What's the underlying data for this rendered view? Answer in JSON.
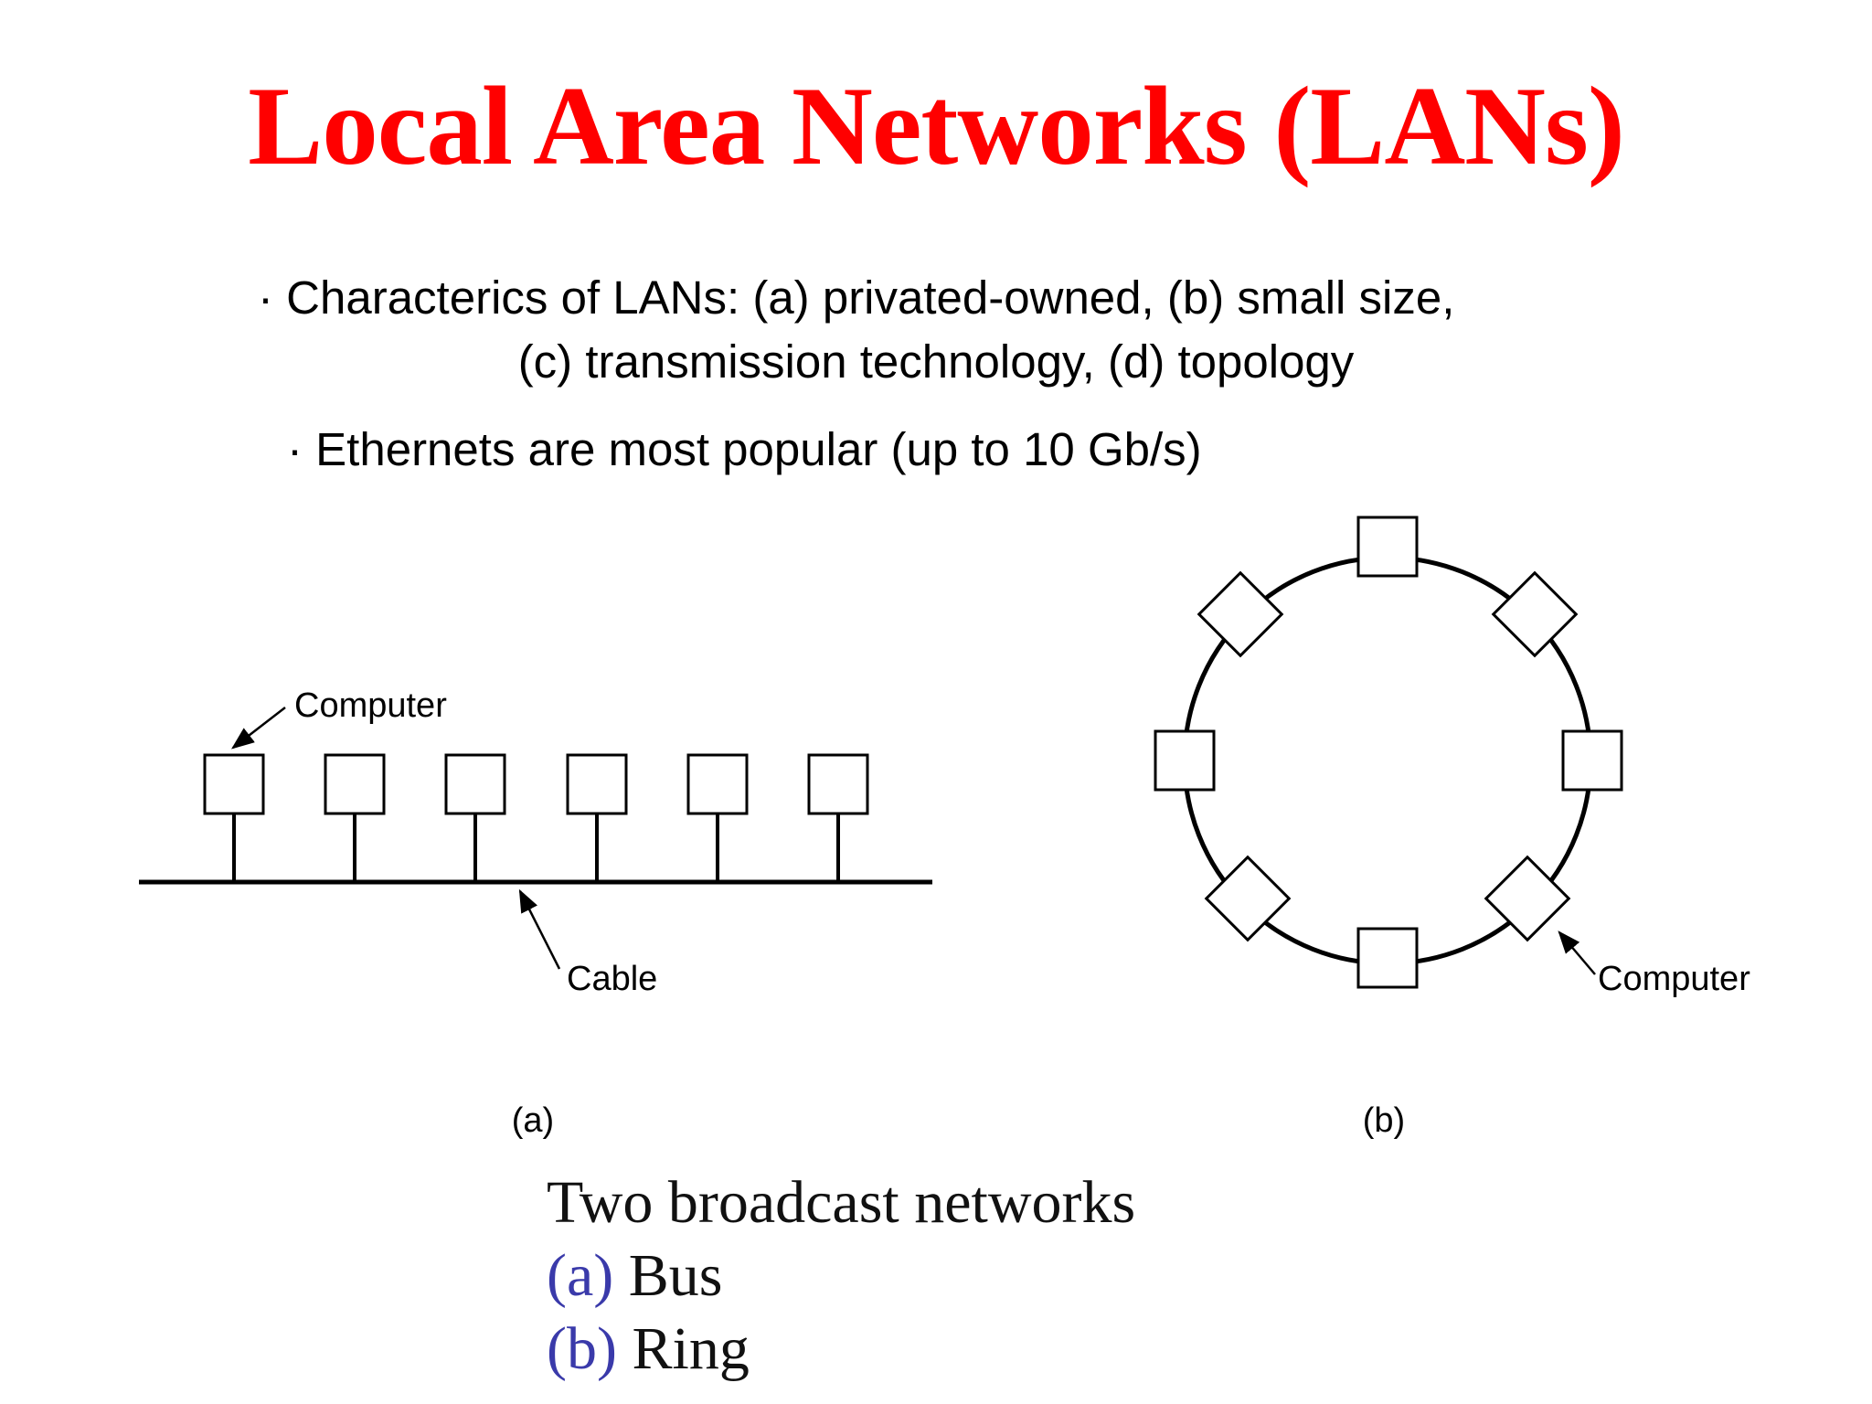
{
  "slide": {
    "title": "Local Area Networks (LANs)",
    "bullets": [
      {
        "marker": "·",
        "line1": "Characterics of LANs: (a) privated-owned, (b) small size,",
        "line2": "(c) transmission technology, (d) topology"
      },
      {
        "marker": "·",
        "text": "Ethernets are most popular (up to 10 Gb/s)"
      }
    ]
  },
  "diagram": {
    "bus": {
      "computer_label": "Computer",
      "cable_label": "Cable",
      "sublabel": "(a)"
    },
    "ring": {
      "computer_label": "Computer",
      "sublabel": "(b)"
    }
  },
  "caption": {
    "title": "Two broadcast networks",
    "items": [
      {
        "label": "(a)",
        "text": "Bus"
      },
      {
        "label": "(b)",
        "text": "Ring"
      }
    ],
    "label_color": "#3a3aaa"
  },
  "colors": {
    "title": "#ff0000",
    "text": "#000000"
  }
}
